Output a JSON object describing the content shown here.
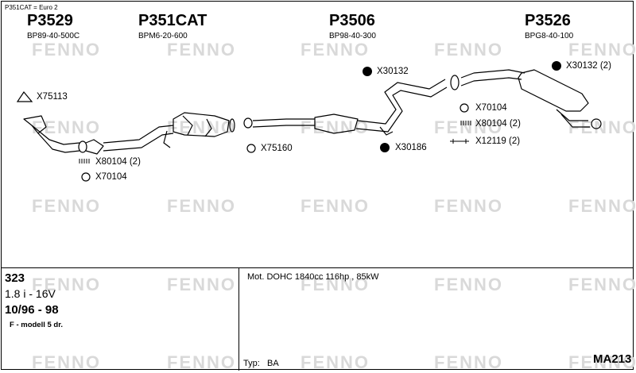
{
  "note": "P351CAT = Euro 2",
  "watermark": "FENNO",
  "sections": [
    {
      "code": "P3529",
      "ref": "BP89-40-500C"
    },
    {
      "code": "P351CAT",
      "ref": "BPM6-20-600"
    },
    {
      "code": "P3506",
      "ref": "BP98-40-300"
    },
    {
      "code": "P3526",
      "ref": "BPG8-40-100"
    }
  ],
  "parts": {
    "x75113": "X75113",
    "x80104_left": "X80104 (2)",
    "x70104_left": "X70104",
    "x75160": "X75160",
    "x30132_mid": "X30132",
    "x30186": "X30186",
    "x70104_right": "X70104",
    "x80104_right": "X80104 (2)",
    "x12119": "X12119 (2)",
    "x30132_right": "X30132 (2)"
  },
  "vehicle": {
    "model": "323",
    "engine": "1.8 i - 16V",
    "years": "10/96 - 98",
    "body": "F - modell 5 dr."
  },
  "engine_info": "Mot. DOHC 1840cc 116hp , 85kW",
  "type_label": "Typ:",
  "type_value": "BA",
  "diagram_code": "MA213"
}
